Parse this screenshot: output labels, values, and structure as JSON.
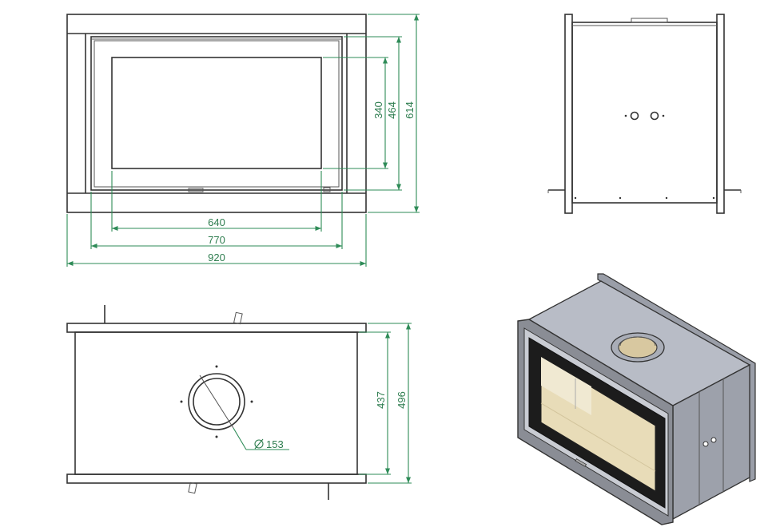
{
  "colors": {
    "line": "#333333",
    "dimension": "#2e8b57",
    "dimension_text": "#2e7d4f",
    "frame_grey": "#8a8d95",
    "top_grey": "#b8bcc6",
    "glass_dark": "#1c1c1c",
    "firebrick": "#e8dcb8"
  },
  "front_view": {
    "dimensions": {
      "glass_width": "640",
      "door_width": "770",
      "overall_width": "920",
      "glass_height": "340",
      "door_height": "464",
      "overall_height": "614"
    }
  },
  "top_view": {
    "dimensions": {
      "flue_diameter": "153",
      "body_depth": "437",
      "overall_depth": "496"
    }
  }
}
